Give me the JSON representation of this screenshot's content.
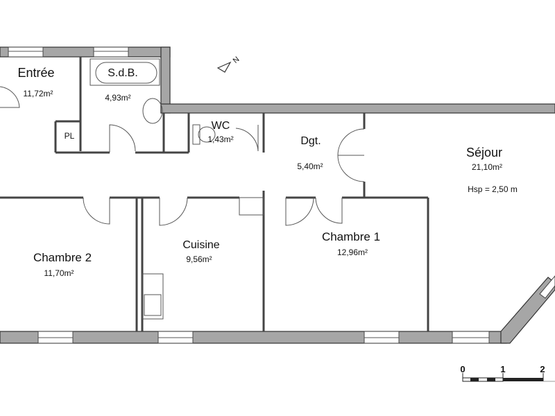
{
  "rooms": [
    {
      "name": "Entrée",
      "area": "11,72m²"
    },
    {
      "name": "S.d.B.",
      "area": "4,93m²"
    },
    {
      "name": "WC",
      "area": "1,43m²"
    },
    {
      "name": "Dgt.",
      "area": "5,40m²"
    },
    {
      "name": "Séjour",
      "area": "21,10m²",
      "note": "Hsp = 2,50 m"
    },
    {
      "name": "Chambre 2",
      "area": "11,70m²"
    },
    {
      "name": "Cuisine",
      "area": "9,56m²"
    },
    {
      "name": "Chambre 1",
      "area": "12,96m²"
    }
  ],
  "closet_label": "PL",
  "north_label": "N",
  "scale": {
    "ticks": [
      "0",
      "1",
      "2"
    ]
  },
  "colors": {
    "wall": "#a6a6a6",
    "outline": "#333333"
  }
}
